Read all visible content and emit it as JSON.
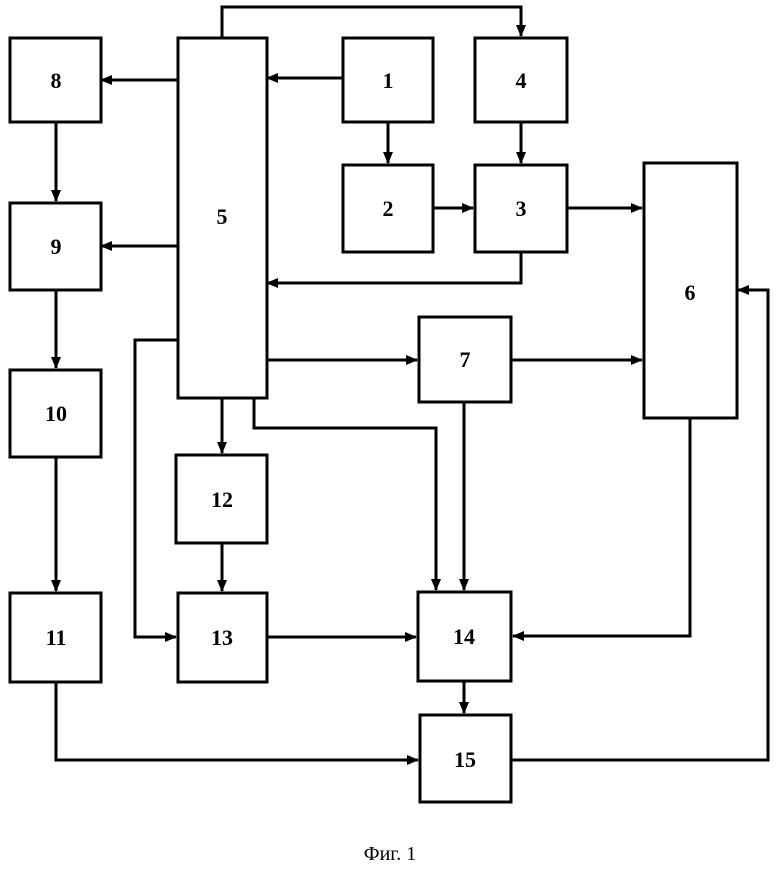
{
  "blocks": [
    {
      "id": "1",
      "label": "1"
    },
    {
      "id": "2",
      "label": "2"
    },
    {
      "id": "3",
      "label": "3"
    },
    {
      "id": "4",
      "label": "4"
    },
    {
      "id": "5",
      "label": "5"
    },
    {
      "id": "6",
      "label": "6"
    },
    {
      "id": "7",
      "label": "7"
    },
    {
      "id": "8",
      "label": "8"
    },
    {
      "id": "9",
      "label": "9"
    },
    {
      "id": "10",
      "label": "10"
    },
    {
      "id": "11",
      "label": "11"
    },
    {
      "id": "12",
      "label": "12"
    },
    {
      "id": "13",
      "label": "13"
    },
    {
      "id": "14",
      "label": "14"
    },
    {
      "id": "15",
      "label": "15"
    }
  ],
  "connections": [
    {
      "from": "1",
      "to": "5"
    },
    {
      "from": "1",
      "to": "2"
    },
    {
      "from": "5",
      "to": "4"
    },
    {
      "from": "4",
      "to": "3"
    },
    {
      "from": "2",
      "to": "3"
    },
    {
      "from": "3",
      "to": "6"
    },
    {
      "from": "3",
      "to": "5"
    },
    {
      "from": "5",
      "to": "8"
    },
    {
      "from": "5",
      "to": "9"
    },
    {
      "from": "8",
      "to": "9"
    },
    {
      "from": "9",
      "to": "10"
    },
    {
      "from": "10",
      "to": "11"
    },
    {
      "from": "5",
      "to": "7"
    },
    {
      "from": "7",
      "to": "6"
    },
    {
      "from": "5",
      "to": "12"
    },
    {
      "from": "5",
      "to": "13"
    },
    {
      "from": "5",
      "to": "14"
    },
    {
      "from": "7",
      "to": "14"
    },
    {
      "from": "12",
      "to": "13"
    },
    {
      "from": "13",
      "to": "14"
    },
    {
      "from": "6",
      "to": "14"
    },
    {
      "from": "14",
      "to": "15"
    },
    {
      "from": "11",
      "to": "15"
    },
    {
      "from": "15",
      "to": "6"
    }
  ],
  "caption": "Фиг. 1"
}
